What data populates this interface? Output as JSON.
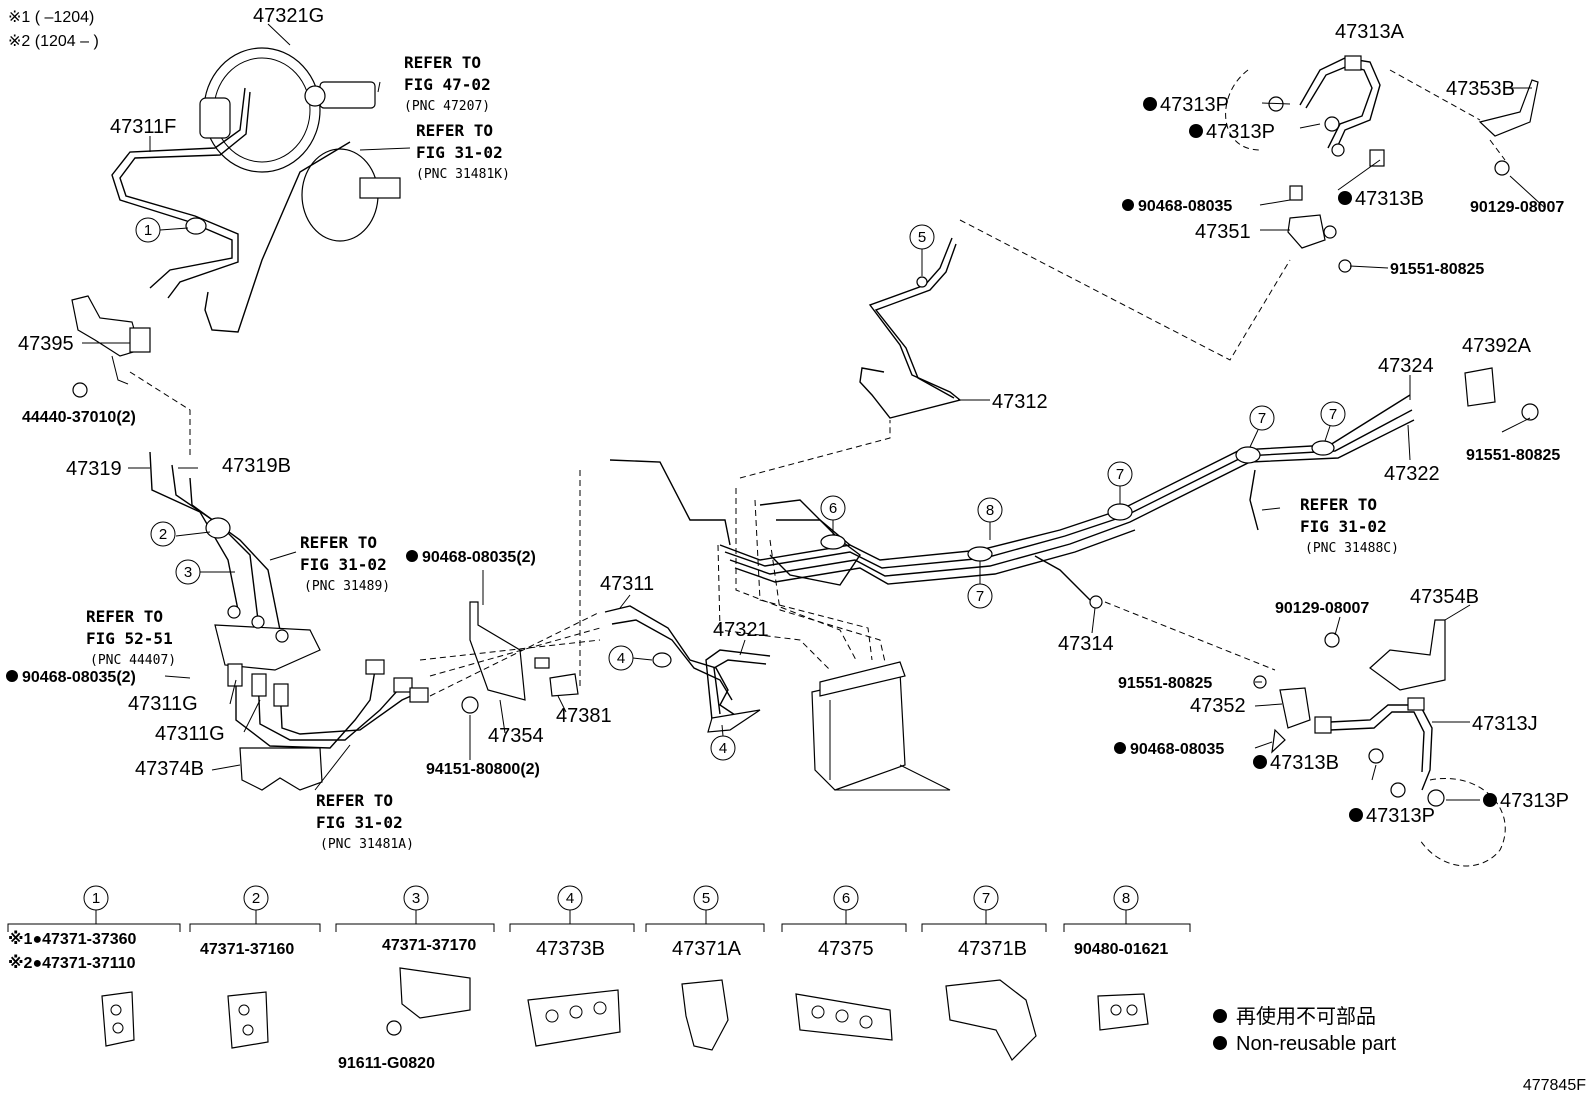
{
  "header": {
    "variant_1": "※1 (        –1204)",
    "variant_2": "※2 (1204 –        )"
  },
  "labels": {
    "p47321G": "47321G",
    "p47311F": "47311F",
    "p47395": "47395",
    "p44440": "44440-37010(2)",
    "p47319": "47319",
    "p47319B": "47319B",
    "p47311G_a": "47311G",
    "p47311G_b": "47311G",
    "p47374B": "47374B",
    "p90468_l": "90468-08035(2)",
    "p90468_c": "90468-08035(2)",
    "p47354": "47354",
    "p47381": "47381",
    "p94151": "94151-80800(2)",
    "p47311": "47311",
    "p47321": "47321",
    "p47312": "47312",
    "p47314": "47314",
    "p47313A": "47313A",
    "p47313P_1": "47313P",
    "p47313P_2": "47313P",
    "p47353B": "47353B",
    "p90468_tr": "90468-08035",
    "p47313B_t": "47313B",
    "p90129_t": "90129-08007",
    "p47351": "47351",
    "p91551_t": "91551-80825",
    "p47392A": "47392A",
    "p47324": "47324",
    "p91551_m": "91551-80825",
    "p47322": "47322",
    "p90129_b": "90129-08007",
    "p47354B": "47354B",
    "p91551_b": "91551-80825",
    "p47352": "47352",
    "p90468_br": "90468-08035",
    "p47313B_b": "47313B",
    "p47313J": "47313J",
    "p47313P_3": "47313P",
    "p47313P_4": "47313P"
  },
  "refers": {
    "r1": {
      "line1": "REFER TO",
      "line2": "FIG 47-02",
      "line3": "(PNC 47207)"
    },
    "r2": {
      "line1": "REFER TO",
      "line2": "FIG 31-02",
      "line3": "(PNC 31481K)"
    },
    "r3": {
      "line1": "REFER TO",
      "line2": "FIG 31-02",
      "line3": "(PNC 31489)"
    },
    "r4": {
      "line1": "REFER TO",
      "line2": "FIG 52-51",
      "line3": "(PNC 44407)"
    },
    "r5": {
      "line1": "REFER TO",
      "line2": "FIG 31-02",
      "line3": "(PNC 31481A)"
    },
    "r6": {
      "line1": "REFER TO",
      "line2": "FIG 31-02",
      "line3": "(PNC 31488C)"
    }
  },
  "callouts": [
    "1",
    "2",
    "3",
    "4",
    "5",
    "6",
    "7",
    "8"
  ],
  "legend_items": [
    {
      "num": "1",
      "line1": "※1●47371-37360",
      "line2": "※2●47371-37110"
    },
    {
      "num": "2",
      "line1": "47371-37160",
      "line2": ""
    },
    {
      "num": "3",
      "line1": "47371-37170",
      "line2": "91611-G0820"
    },
    {
      "num": "4",
      "line1": "47373B",
      "line2": ""
    },
    {
      "num": "5",
      "line1": "47371A",
      "line2": ""
    },
    {
      "num": "6",
      "line1": "47375",
      "line2": ""
    },
    {
      "num": "7",
      "line1": "47371B",
      "line2": ""
    },
    {
      "num": "8",
      "line1": "90480-01621",
      "line2": ""
    }
  ],
  "key": {
    "japanese": "再使用不可部品",
    "english": "Non-reusable part"
  },
  "figure_id": "477845F",
  "colors": {
    "ink": "#000000",
    "paper": "#ffffff"
  }
}
